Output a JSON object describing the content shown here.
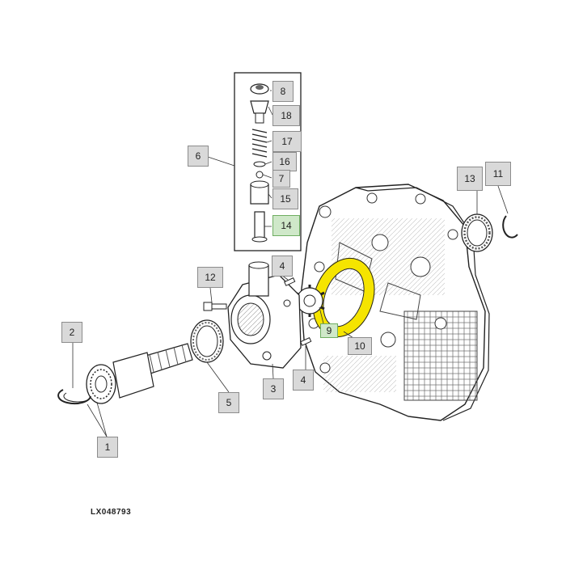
{
  "diagram": {
    "drawing_code": "LX048793",
    "highlight_color": "#f5e400",
    "callout_fill": "#d9d9d9",
    "callout_highlight_fill": "#cfe8c9",
    "callouts": {
      "c1": "1",
      "c2": "2",
      "c3": "3",
      "c4a": "4",
      "c4b": "4",
      "c5": "5",
      "c6": "6",
      "c7": "7",
      "c8": "8",
      "c9": "9",
      "c10": "10",
      "c11": "11",
      "c12": "12",
      "c13": "13",
      "c14": "14",
      "c15": "15",
      "c16": "16",
      "c17": "17",
      "c18": "18"
    }
  }
}
